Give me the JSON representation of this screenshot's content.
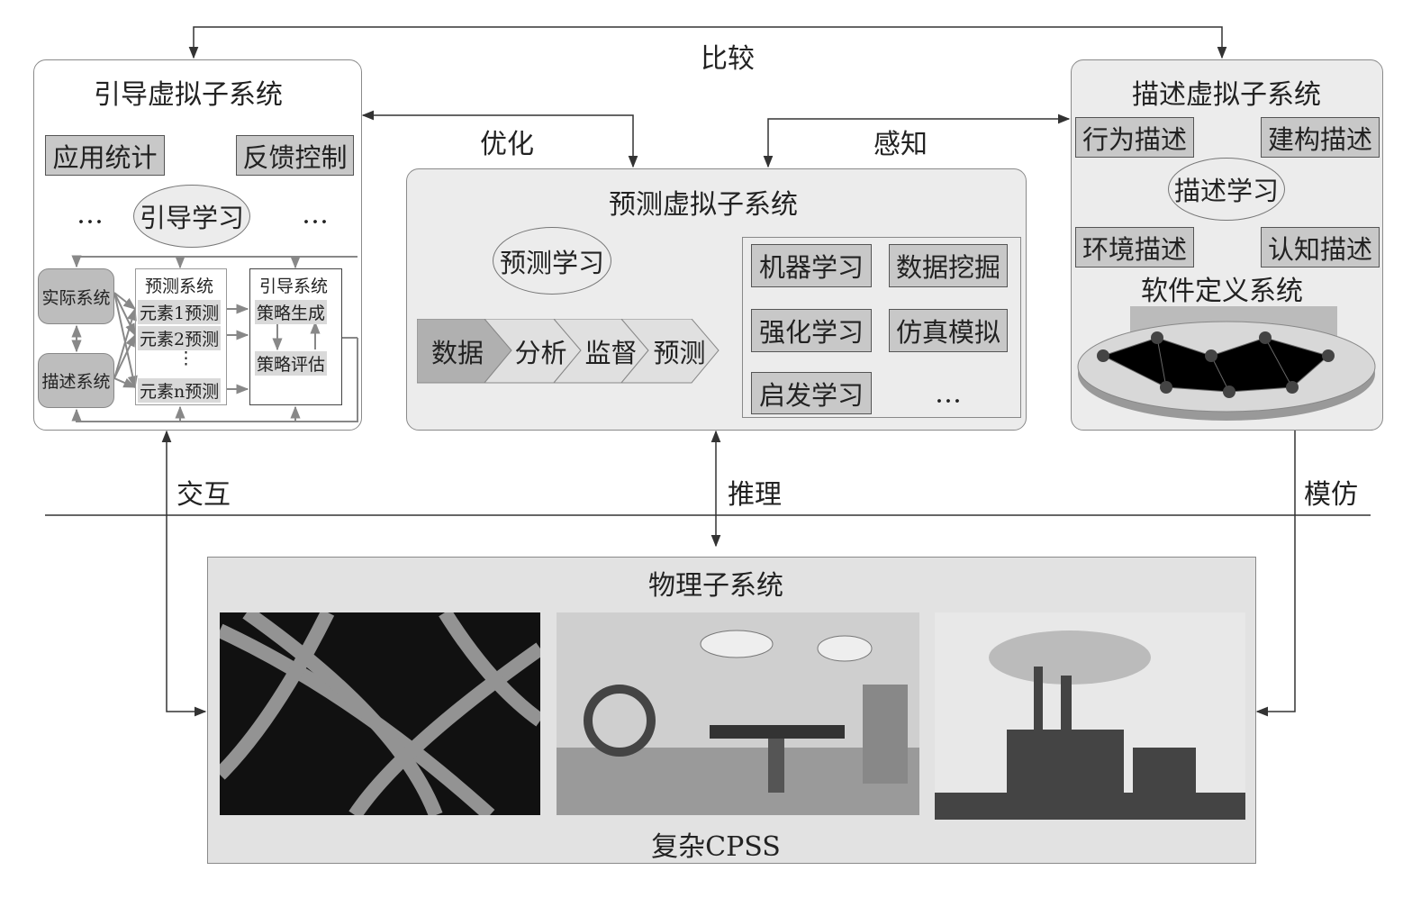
{
  "edges": {
    "compare": "比较",
    "optimize": "优化",
    "perceive": "感知",
    "interact": "交互",
    "reason": "推理",
    "imitate": "模仿"
  },
  "guide": {
    "title": "引导虚拟子系统",
    "boxes": [
      "应用统计",
      "反馈控制"
    ],
    "learning": "引导学习",
    "ellipsis": "…",
    "actual": "实际系统",
    "describe": "描述系统",
    "predict_sys": {
      "title": "预测系统",
      "items": [
        "元素1预测",
        "元素2预测",
        "⋮",
        "元素n预测"
      ]
    },
    "guide_sys": {
      "title": "引导系统",
      "items": [
        "策略生成",
        "策略评估"
      ]
    }
  },
  "predict": {
    "title": "预测虚拟子系统",
    "learning": "预测学习",
    "pipeline": [
      "数据",
      "分析",
      "监督",
      "预测"
    ],
    "methods": [
      "机器学习",
      "数据挖掘",
      "强化学习",
      "仿真模拟",
      "启发学习",
      "…"
    ]
  },
  "describe": {
    "title": "描述虚拟子系统",
    "boxes": [
      "行为描述",
      "建构描述",
      "环境描述",
      "认知描述"
    ],
    "learning": "描述学习",
    "software": "软件定义系统"
  },
  "physical": {
    "title": "物理子系统",
    "footer": "复杂CPSS"
  }
}
